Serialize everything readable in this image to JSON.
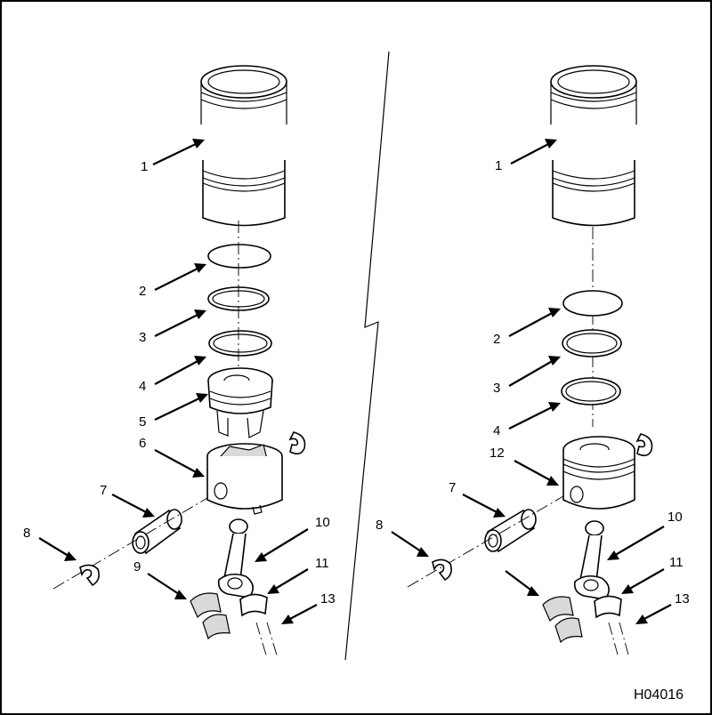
{
  "figure": {
    "id_label": "H04016",
    "left_callouts": [
      "1",
      "2",
      "3",
      "4",
      "5",
      "6",
      "7",
      "8",
      "9",
      "10",
      "11",
      "13"
    ],
    "right_callouts": [
      "1",
      "2",
      "3",
      "4",
      "12",
      "7",
      "8",
      "10",
      "11",
      "13"
    ]
  }
}
